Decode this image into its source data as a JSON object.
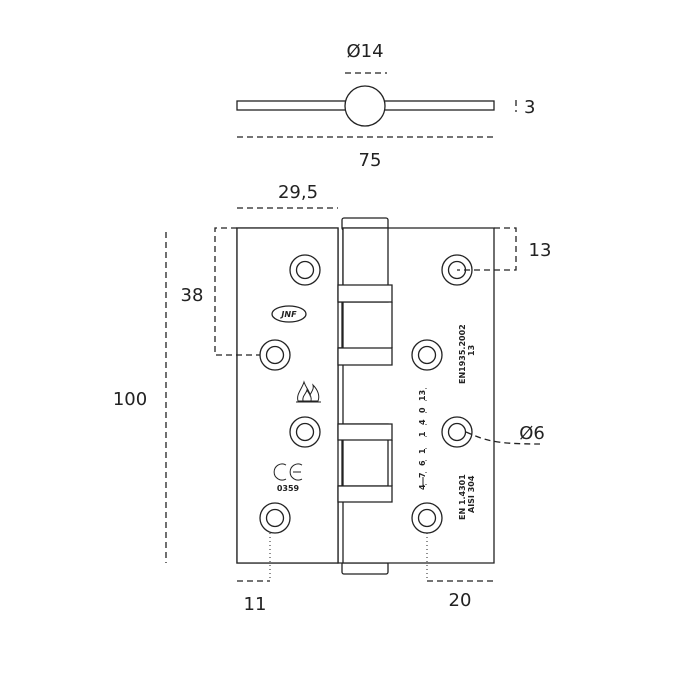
{
  "dimensions": {
    "knuckle_diameter": "Ø14",
    "thickness": "3",
    "open_width": "75",
    "leaf_width": "29,5",
    "top_hole_offset": "13",
    "second_hole_offset": "38",
    "height": "100",
    "hole_diameter": "Ø6",
    "left_hole_edge": "11",
    "right_hole_edge": "20"
  },
  "markings": {
    "logo": "JNF",
    "ce_number": "0359",
    "standard_1": "EN1935.2002",
    "standard_1b": "13",
    "grade_digits": [
      "4",
      "7",
      "6",
      "1",
      "1",
      "4",
      "0",
      "13"
    ],
    "material_1": "EN 1.4301",
    "material_2": "AISI 304"
  },
  "colors": {
    "stroke": "#222222",
    "background": "#ffffff"
  }
}
